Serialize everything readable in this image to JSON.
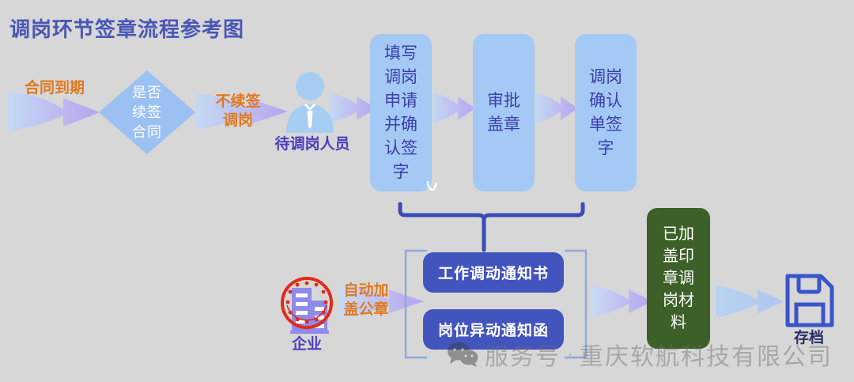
{
  "page": {
    "title": "调岗环节签章流程参考图",
    "background_color": "#d7d7d7",
    "title_color": "#4a57b5"
  },
  "colors": {
    "process_box": "#a4c9f4",
    "process_text": "#3b3fa8",
    "diamond": "#9bc0f2",
    "doc_box": "#4254bd",
    "green_box": "#3d6029",
    "orange_label": "#e0791f",
    "purple_label": "#4a3fbe",
    "bracket": "#3b4bb5",
    "arrow_start": "#b9d3f2",
    "arrow_end": "#b6a4ef"
  },
  "flow": {
    "start_label": "合同到期",
    "decision": "是否\n续签\n合同",
    "branch_label": "不续签\n调岗",
    "person": {
      "icon": "person-icon",
      "label": "待调岗人员"
    },
    "steps": [
      {
        "text": "填写\n调岗\n申请\n并确\n认签\n字"
      },
      {
        "text": "审批\n盖章"
      },
      {
        "text": "调岗\n确认\n单签\n字"
      }
    ],
    "documents": [
      {
        "text": "工作调动通知书"
      },
      {
        "text": "岗位异动通知函"
      }
    ],
    "company": {
      "icon": "company-stamp-icon",
      "label": "企业"
    },
    "auto_stamp_label": "自动加\n盖公章",
    "result_box": "已加\n盖印\n章调\n岗材\n料",
    "archive": {
      "icon": "floppy-disk-save-icon",
      "label": "存档"
    }
  },
  "watermark": {
    "icon": "wechat-icon",
    "account_type": "服务号",
    "separator": "·",
    "company": "重庆软航科技有限公司"
  }
}
